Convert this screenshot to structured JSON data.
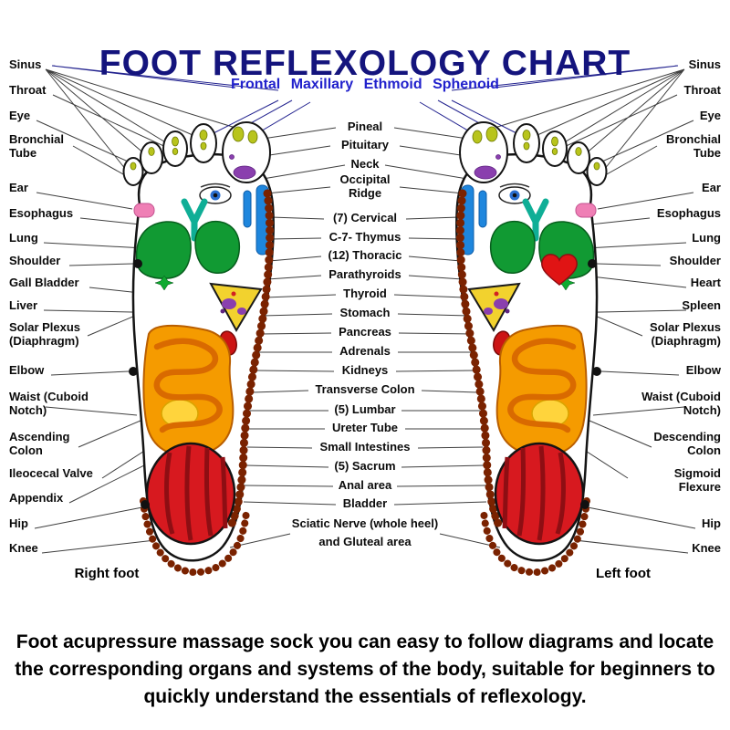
{
  "title": "FOOT REFLEXOLOGY CHART",
  "subtitle": "Frontal Maxillary Ethmoid Sphenoid",
  "labels": {
    "left": [
      "Sinus",
      "Throat",
      "Eye",
      "Bronchial Tube",
      "Ear",
      "Esophagus",
      "Lung",
      "Shoulder",
      "Gall Bladder",
      "Liver",
      "Solar Plexus (Diaphragm)",
      "Elbow",
      "Waist (Cuboid Notch)",
      "Ascending Colon",
      "Ileocecal Valve",
      "Appendix",
      "Hip",
      "Knee"
    ],
    "right": [
      "Sinus",
      "Throat",
      "Eye",
      "Bronchial Tube",
      "Ear",
      "Esophagus",
      "Lung",
      "Shoulder",
      "Heart",
      "Spleen",
      "Solar Plexus (Diaphragm)",
      "Elbow",
      "Waist (Cuboid Notch)",
      "Descending Colon",
      "Sigmoid Flexure",
      "Hip",
      "Knee"
    ],
    "center": [
      "Pineal",
      "Pituitary",
      "Neck",
      "Occipital Ridge",
      "(7) Cervical",
      "C-7- Thymus",
      "(12) Thoracic",
      "Parathyroids",
      "Thyroid",
      "Stomach",
      "Pancreas",
      "Adrenals",
      "Kidneys",
      "Transverse Colon",
      "(5) Lumbar",
      "Ureter Tube",
      "Small Intestines",
      "(5) Sacrum",
      "Anal area",
      "Bladder",
      "Sciatic Nerve (whole heel)",
      "and Gluteal area"
    ]
  },
  "foot_captions": {
    "right": "Right foot",
    "left": "Left foot"
  },
  "caption": "Foot acupressure massage sock you can easy to follow diagrams and locate the corresponding organs and systems of the body, suitable for beginners to quickly understand the essentials of reflexology.",
  "colors": {
    "title": "#14147d",
    "subtitle": "#2121cc",
    "lung_green": "#119a33",
    "bronchial_teal": "#0fae96",
    "heel_red": "#d7191f",
    "heel_stripe": "#8e0e13",
    "intestine_orange": "#f59b00",
    "intestine_coil": "#d96a00",
    "cecum_yellow": "#ffd43c",
    "liver_yellow": "#f2d22e",
    "organ_purple": "#8a3fae",
    "kidney_red": "#cc1414",
    "heart_red": "#e01414",
    "spine_brown": "#7a2200",
    "blue_bar": "#1e86dd",
    "ear_pink": "#ef7fb5",
    "toe_dot_olive": "#b8c41c",
    "eye_iris_blue": "#2b6fd0"
  }
}
